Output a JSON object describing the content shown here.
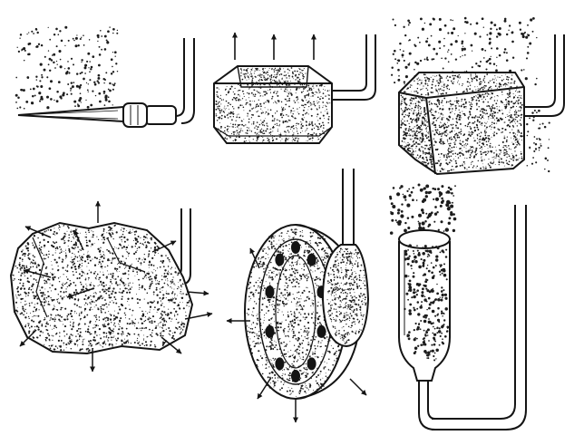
{
  "colors": {
    "ink": "#141414",
    "paper": "#ffffff",
    "stipple": "#1c1c1c"
  },
  "panels": [
    {
      "id": "needle-diffuser",
      "icon": "needle-nozzle-icon"
    },
    {
      "id": "flat-stone-diffuser",
      "icon": "flat-block-icon"
    },
    {
      "id": "cube-stone-diffuser",
      "icon": "porous-cube-icon"
    },
    {
      "id": "rock-diffuser",
      "icon": "porous-rock-icon"
    },
    {
      "id": "disc-diffuser",
      "icon": "ribbed-disc-icon"
    },
    {
      "id": "tube-diffuser",
      "icon": "glass-cylinder-icon"
    }
  ]
}
